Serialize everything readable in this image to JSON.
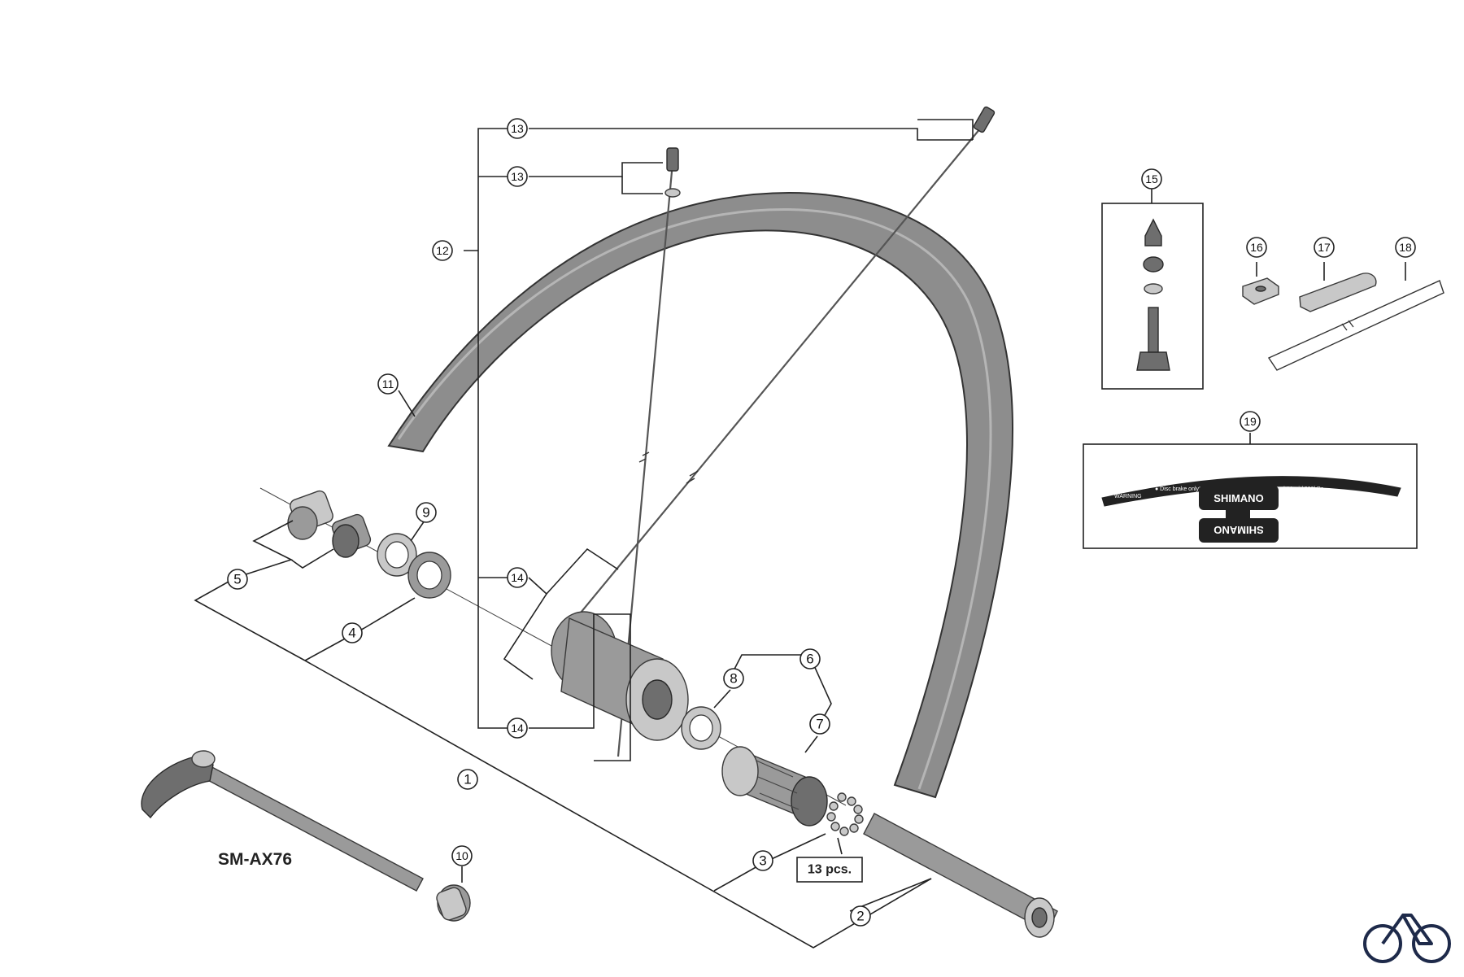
{
  "diagram": {
    "model_label": "SM-AX76",
    "quantity_note": "13 pcs.",
    "decal_warning": "WARNING",
    "decal_text": "● Disc brake only!  ● MAX TIRE PRESSURE: 3bar / 44psi / 300kPa",
    "decal_brand": "SHIMANO",
    "callouts": [
      "1",
      "2",
      "3",
      "4",
      "5",
      "6",
      "7",
      "8",
      "9",
      "10",
      "11",
      "12",
      "13",
      "13",
      "14",
      "14",
      "15",
      "16",
      "17",
      "18",
      "19"
    ]
  },
  "brand_logo": {
    "icon": "bicycle-icon",
    "color": "#1e2a4a"
  }
}
